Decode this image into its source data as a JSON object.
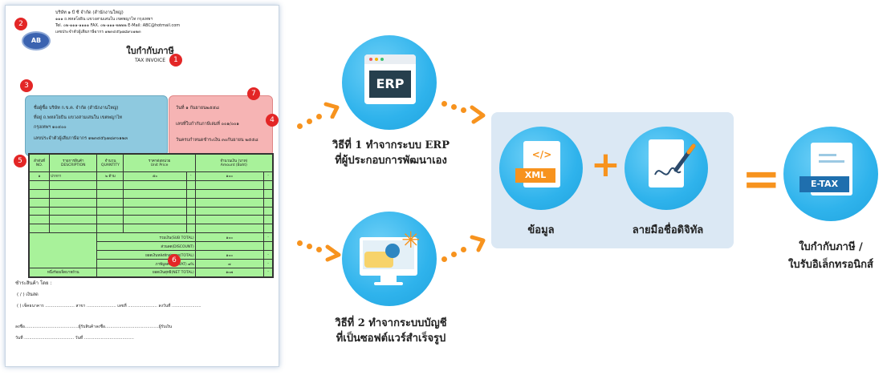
{
  "invoice": {
    "company_name": "บริษัท ๑ บี ซี จำกัด (สำนักงานใหญ่)",
    "company_address": "๑๑๑ ถ.พหลโยธิน แขวงสามเสนใน เขตพญาไท กรุงเทพฯ",
    "company_contact": "Tel. ๐๒-๑๑๑-๑๑๑๑ FAX. ๐๒-๑๑๑-๒๒๒๒ E-Mail: ABC@hotmail.com",
    "company_taxid": "เลขประจำตัวผู้เสียภาษีอากร ๑๒๓๔๕๖๗๘๙๐๑๒๓",
    "logo": "AB",
    "title_th": "ใบกำกับภาษี",
    "title_en": "TAX INVOICE",
    "buyer_lines": [
      "ชื่อผู้ซื้อ   บริษัท ก.ข.ค. จำกัด (สำนักงานใหญ่)",
      "ที่อยู่     ถ.พหลโยธิน แขวงสามเสนใน เขตพญาไท",
      "กรุงเทพฯ  ๑๐๔๐๐",
      "เลขประจำตัวผู้เสียภาษีอากร   ๑๒๓๔๕๖๗๘๙๐๑๒๓"
    ],
    "doc_lines": [
      "วันที่    ๑ กันยายน๒๕๕๘",
      "เลขที่ใบกำกับภาษีเล่มที่   ๐๐๑/๐๐๑",
      "วันครบกำหนดชำระเงิน   ๓๐กันยายน ๒๕๕๘"
    ],
    "table_headers": [
      [
        "ลำดับที่",
        "NO."
      ],
      [
        "รายการสินค้า",
        "DESCRIPTION"
      ],
      [
        "จำนวน",
        "QUANTITY"
      ],
      [
        "ราคาต่อหน่วย",
        "Unit Price"
      ],
      [
        "จำนวนเงิน (บาท)",
        "Amount (Baht)"
      ]
    ],
    "first_row": [
      "๑",
      "ปากกา",
      "๒ ด้าม",
      "๕๐",
      "-",
      "๑๐๐",
      "-"
    ],
    "summary": [
      [
        "รวมเงิน(SUB TOTAL)",
        "๑๐๐",
        "-"
      ],
      [
        "ส่วนลด(DISCOUNT)",
        "",
        ""
      ],
      [
        "ยอดเงินหลังหักส่วนลด(TOTAL)",
        "๑๐๐",
        "-"
      ],
      [
        "ภาษีมูลค่าเพิ่ม(VAT) ๗%",
        "๗",
        "-"
      ],
      [
        "ยอดเงินสุทธิ(NET TOTAL)",
        "๑๐๗",
        "-"
      ]
    ],
    "amount_words": "หนึ่งร้อยเจ็ดบาทถ้วน",
    "payment_title": "ชำระสินค้า โดย :",
    "payment_cash": "( / )  เงินสด",
    "payment_cheque": "(    )  เช็คธนาคาร ....................... สาขา ....................... เลขที่ ....................... ลงวันที่ .......................",
    "sign_line1": "ลงชื่อ..........................................ผู้รับสินค้าลงชื่อ..........................................ผู้รับเงิน",
    "sign_line2": "วันที่ .......................................                วันที่ .......................................",
    "markers": [
      "1",
      "2",
      "3",
      "4",
      "5",
      "6",
      "7"
    ]
  },
  "flow": {
    "erp_icon": "ERP",
    "method1_line1": "วิธีที่ 1 ทำจากระบบ ERP",
    "method1_line2": "ที่ผู้ประกอบการพัฒนาเอง",
    "method2_line1": "วิธีที่ 2 ทำจากระบบบัญชี",
    "method2_line2": "ที่เป็นซอฟต์แวร์สำเร็จรูป",
    "xml_icon": "XML",
    "xml_code": "</>",
    "data_label": "ข้อมูล",
    "signature_label": "ลายมือชื่อดิจิทัล",
    "plus": "+",
    "equals": "=",
    "etax_icon": "E-TAX",
    "result_line1": "ใบกำกับภาษี /",
    "result_line2": "ใบรับอิเล็กทรอนิกส์",
    "accent_orange": "#f7931e",
    "accent_blue": "#2fb3ec"
  }
}
